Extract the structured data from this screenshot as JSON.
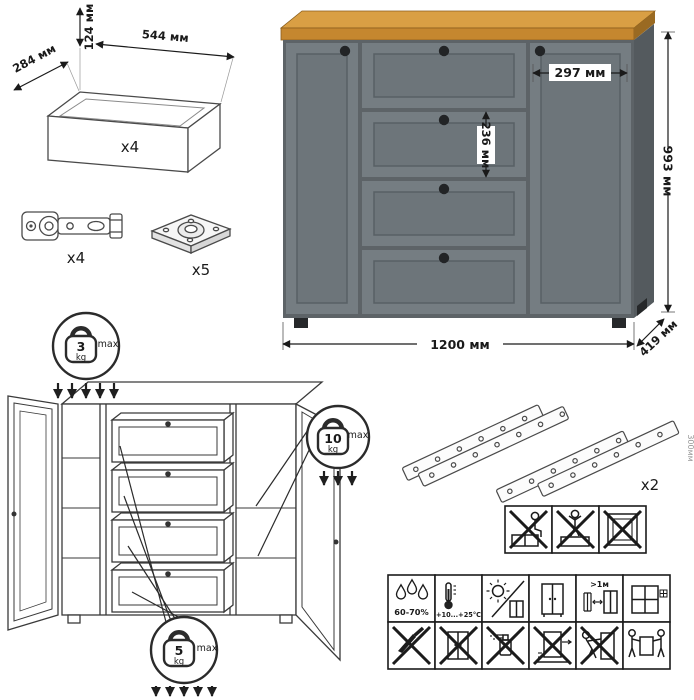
{
  "drawer_box": {
    "count": "x4",
    "height_label": "124 мм",
    "width_label": "544 мм",
    "depth_label": "284 мм"
  },
  "hinge": {
    "count": "x4"
  },
  "mount_plate": {
    "count": "x5"
  },
  "dresser": {
    "width_label": "1200 мм",
    "height_label": "993 мм",
    "depth_label": "419 мм",
    "door_width_label": "297 мм",
    "drawer_height_label": "236 мм"
  },
  "load_limits": {
    "top_surface": {
      "value": "3",
      "unit": "kg",
      "suffix": "max"
    },
    "door_shelf": {
      "value": "10",
      "unit": "kg",
      "suffix": "max"
    },
    "drawer": {
      "value": "5",
      "unit": "kg",
      "suffix": "max"
    }
  },
  "slides": {
    "count": "x2",
    "length_label": "300мм"
  },
  "care_icons": {
    "humidity": "60-70%",
    "temperature": "+10...+25°C",
    "heat_distance": ">1м"
  },
  "colors": {
    "cabinet_body": "#757d82",
    "cabinet_side": "#545a5e",
    "top_oak": "#d99f44",
    "knob": "#222426",
    "line_art": "#3a3a3a"
  }
}
